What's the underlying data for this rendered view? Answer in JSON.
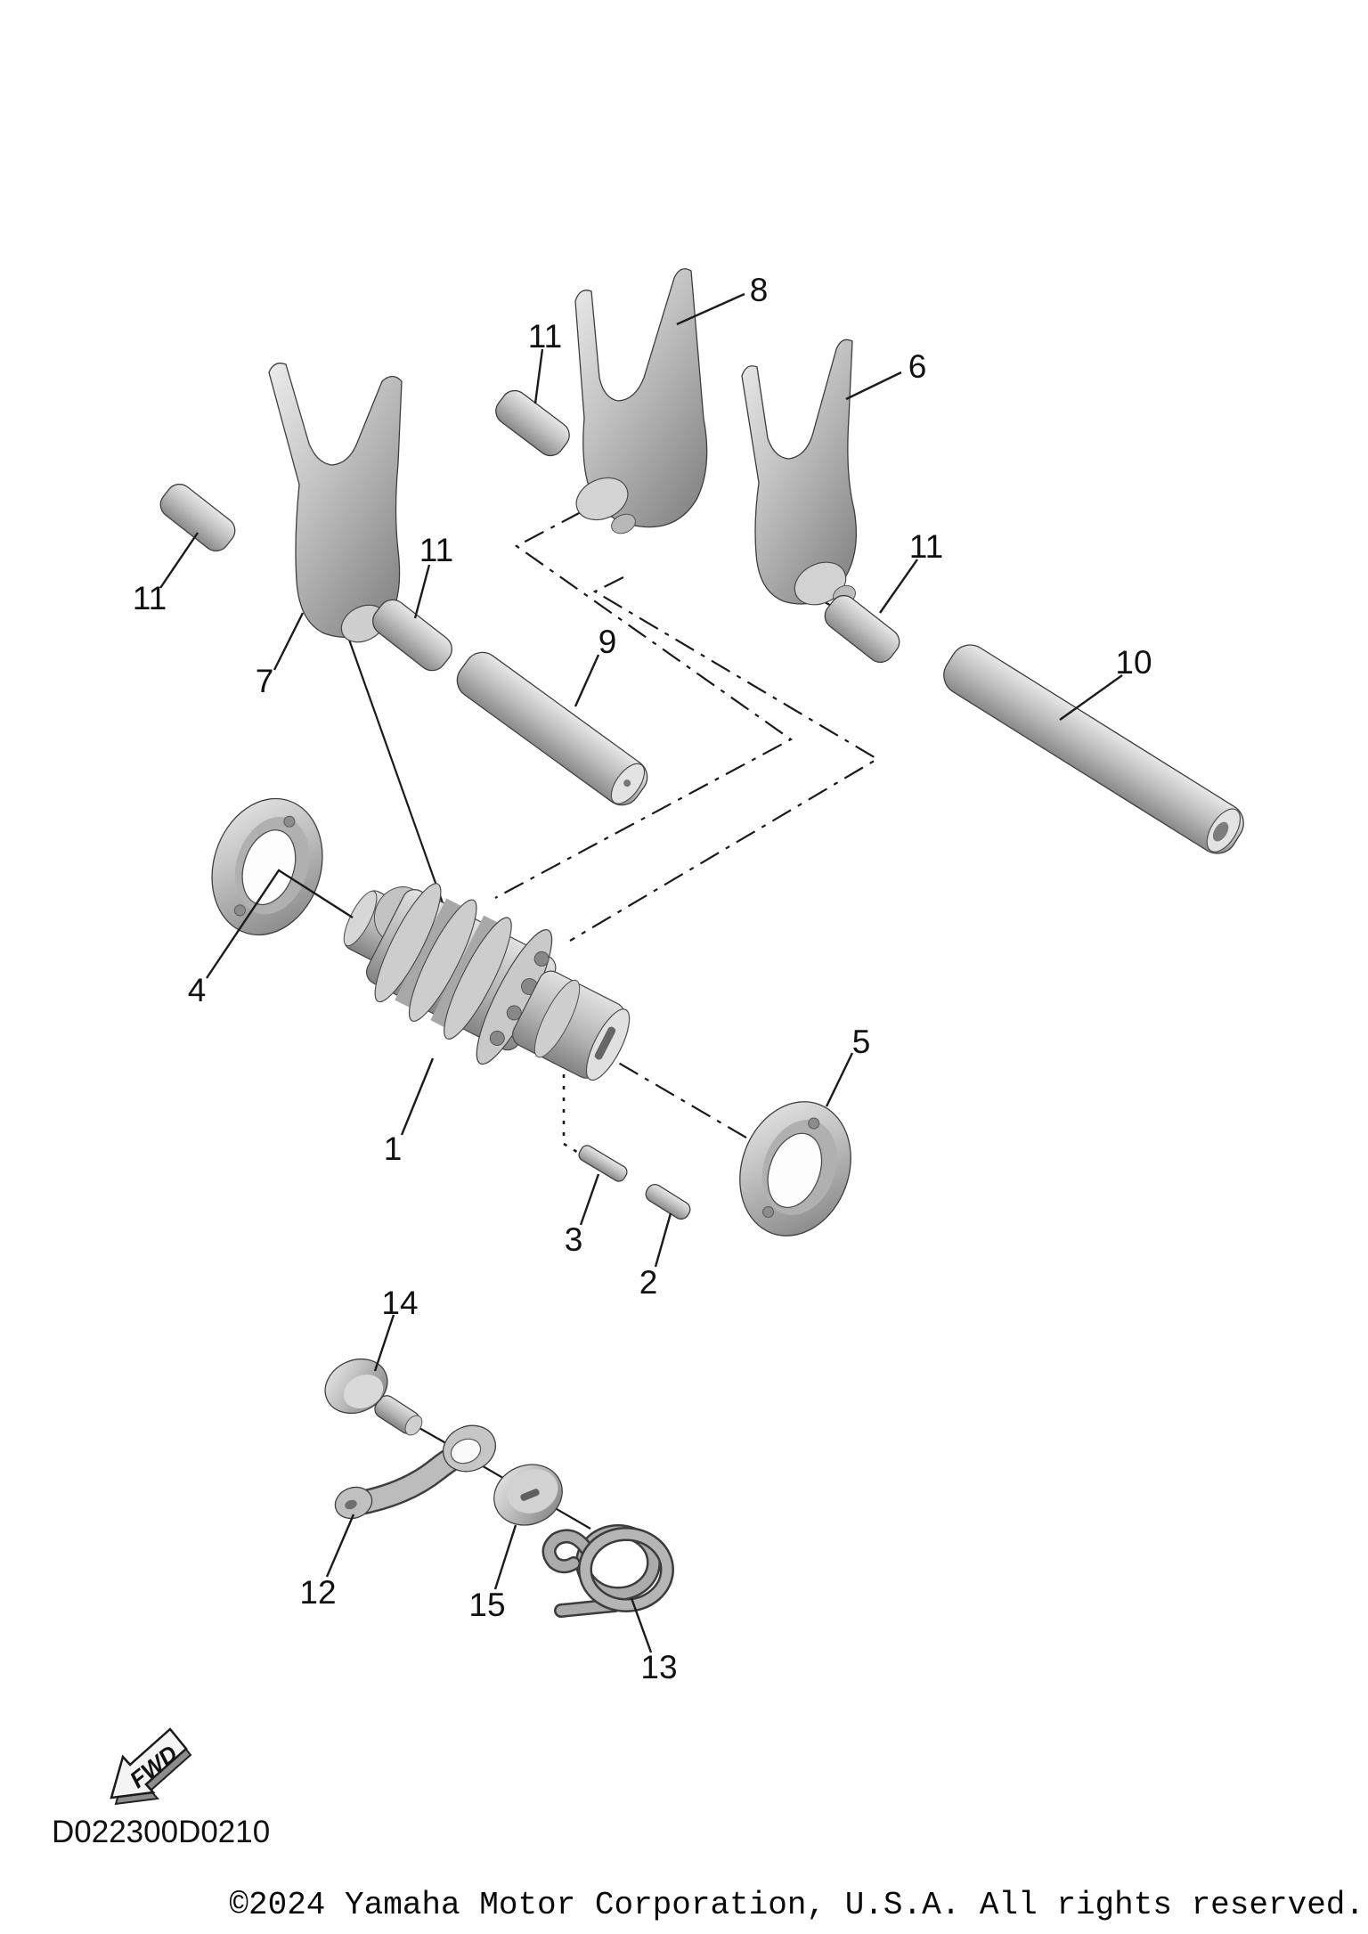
{
  "page": {
    "drawing_code": "D022300D0210",
    "copyright": "©2024 Yamaha Motor Corporation, U.S.A. All rights reserved.",
    "fwd_arrow_label": "FWD"
  },
  "callouts": {
    "shift_cam_assembly": "1",
    "pin_dowel_short": "2",
    "pin_dowel_long": "3",
    "bearing_left": "4",
    "bearing_right": "5",
    "shift_fork_right": "6",
    "shift_fork_left": "7",
    "shift_fork_center": "8",
    "fork_guide_bar_short": "9",
    "fork_guide_bar_long": "10",
    "fork_pin_top": "11",
    "fork_pin_left": "11",
    "fork_pin_middle": "11",
    "fork_pin_right": "11",
    "stopper_lever": "12",
    "torsion_spring": "13",
    "lever_bolt": "14",
    "washer": "15"
  }
}
